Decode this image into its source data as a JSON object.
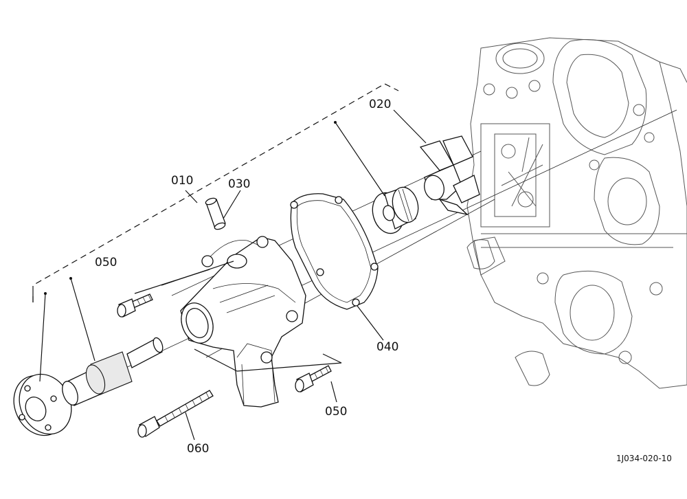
{
  "callouts": {
    "c010": "010",
    "c020": "020",
    "c030": "030",
    "c040": "040",
    "c050a": "050",
    "c050b": "050",
    "c060": "060"
  },
  "drawing_code": "1J034-020-10"
}
